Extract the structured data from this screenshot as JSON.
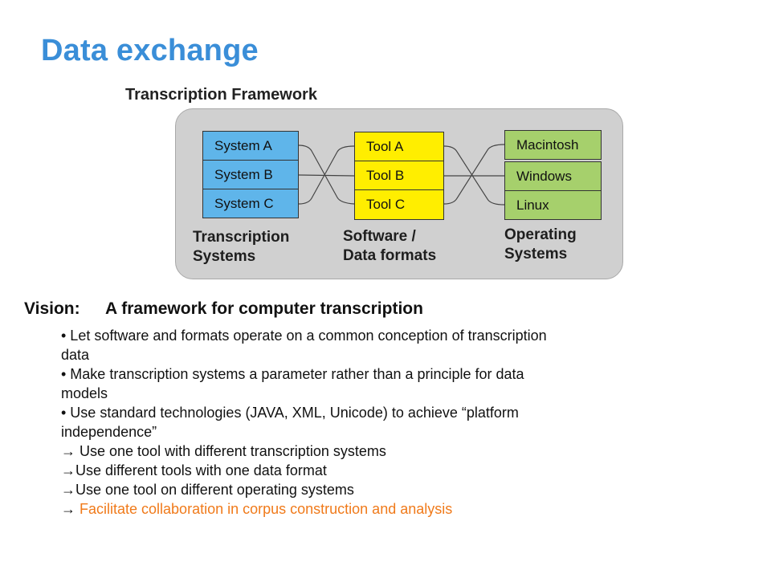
{
  "slide": {
    "title": "Data exchange"
  },
  "diagram": {
    "label": "Transcription Framework",
    "systems": [
      "System A",
      "System B",
      "System C"
    ],
    "tools": [
      "Tool A",
      "Tool B",
      "Tool C"
    ],
    "operating_systems": [
      "Macintosh",
      "Windows",
      "Linux"
    ],
    "captions": {
      "systems_line1": "Transcription",
      "systems_line2": "Systems",
      "tools_line1": "Software /",
      "tools_line2": "Data formats",
      "os_line1": "Operating",
      "os_line2": "Systems"
    },
    "colors": {
      "systems": "#5fb5ea",
      "tools": "#ffee00",
      "os": "#a6d06c",
      "panel": "#d0d0d0",
      "title": "#3a8ed8",
      "highlight": "#f07a1a"
    }
  },
  "vision": {
    "label": "Vision:",
    "heading": "A framework for computer transcription",
    "bullets": [
      "• Let software and formats operate on a common conception of transcription",
      "data",
      "• Make transcription systems a parameter rather than a principle for data",
      "models",
      "• Use standard technologies (JAVA, XML, Unicode) to achieve “platform",
      "independence”"
    ],
    "arrow_glyph": "→",
    "outcomes": [
      " Use one tool with different transcription systems",
      "Use different tools with one data format",
      "Use one tool on different operating systems",
      " Facilitate collaboration in corpus construction and analysis"
    ]
  }
}
